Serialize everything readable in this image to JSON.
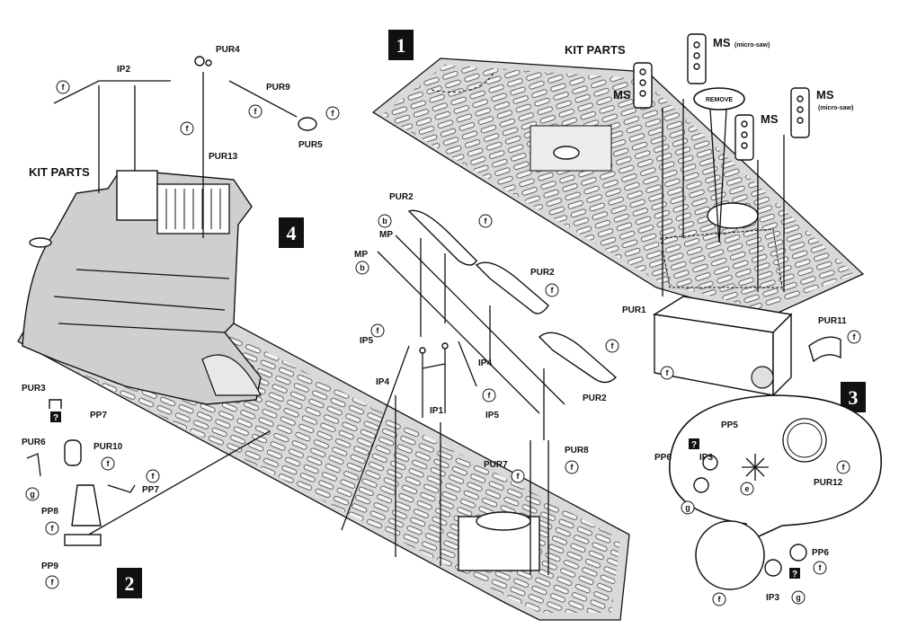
{
  "steps": [
    "1",
    "2",
    "3",
    "4"
  ],
  "labels": {
    "kit_parts_right": "KIT PARTS",
    "kit_parts_left": "KIT PARTS",
    "ms1": "MS",
    "ms2": "MS",
    "ms2_note": "(micro-saw)",
    "ms3": "MS",
    "ms4": "MS",
    "ms4_note": "(micro-saw)",
    "remove": "REMOVE",
    "pur1": "PUR1",
    "pur11": "PUR11",
    "pur2a": "PUR2",
    "pur2b": "PUR2",
    "pur2c": "PUR2",
    "mp1": "MP",
    "mp2": "MP",
    "ip5a": "IP5",
    "ip5b": "IP5",
    "ip4a": "IP4",
    "ip4b": "IP4",
    "ip1": "IP1",
    "pur7": "PUR7",
    "pur8": "PUR8",
    "pur4": "PUR4",
    "pur9": "PUR9",
    "pur5": "PUR5",
    "pur13": "PUR13",
    "ip2": "IP2",
    "pur3": "PUR3",
    "pp7a": "PP7",
    "pp7b": "PP7",
    "pur6": "PUR6",
    "pur10": "PUR10",
    "pp8": "PP8",
    "pp9": "PP9",
    "pp5": "PP5",
    "pp6a": "PP6",
    "pp6b": "PP6",
    "ip3a": "IP3",
    "ip3b": "IP3",
    "pur12": "PUR12"
  },
  "circle_marks": {
    "f": "f",
    "b": "b",
    "g": "g",
    "e": "e",
    "q": "?"
  }
}
